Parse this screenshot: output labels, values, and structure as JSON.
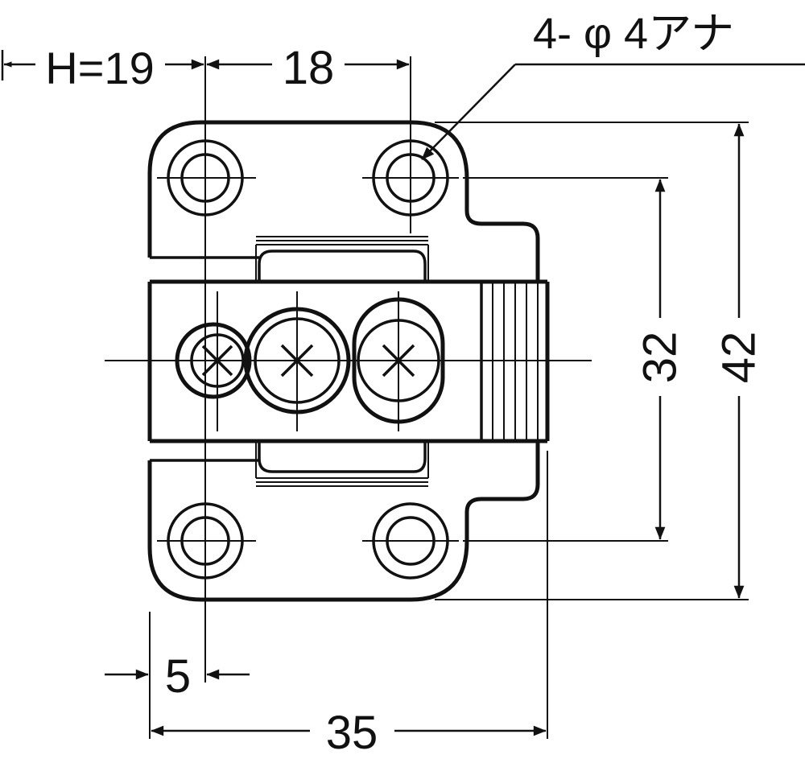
{
  "drawing": {
    "hole_callout": "4- φ 4アナ",
    "dims": {
      "h": "H=19",
      "top_pitch": "18",
      "vertical_pitch": "32",
      "overall_height": "42",
      "edge_offset": "5",
      "overall_width": "35"
    },
    "colors": {
      "line": "#111111",
      "hole_fill": "#cccccc",
      "background": "#ffffff"
    }
  }
}
